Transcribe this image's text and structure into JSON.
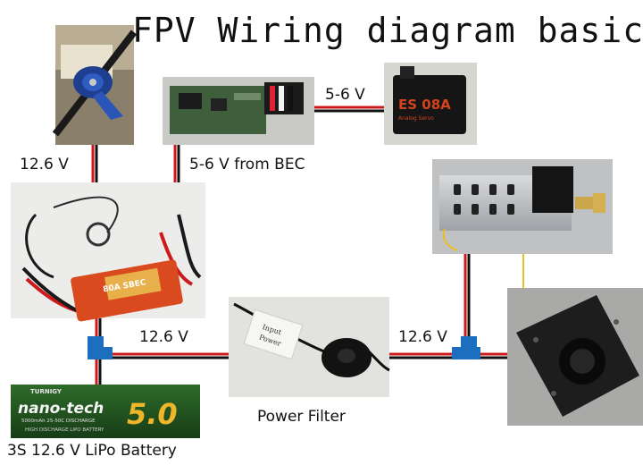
{
  "title": "FPV Wiring diagram basic",
  "labels": {
    "motor_voltage": "12.6 V",
    "bec_voltage": "5-6 V from BEC",
    "servo_voltage": "5-6 V",
    "battery_voltage": "12.6 V",
    "camera_voltage": "12.6 V",
    "power_filter": "Power Filter",
    "battery": "3S 12.6 V LiPo Battery"
  },
  "photo_text": {
    "servo_brand": "ES 08A",
    "servo_sub": "Analog Servo",
    "esc_model": "80A SBEC",
    "filter_tag_line1": "Input",
    "filter_tag_line2": "Power",
    "battery_brand": "TURNIGY",
    "battery_series": "nano-tech",
    "battery_capacity": "5.0",
    "battery_mah": "5000mAh 25-50C DISCHARGE",
    "battery_sub": "HIGH DISCHARGE LIPO BATTERY"
  },
  "colors": {
    "wire_red": "#cc1a1a",
    "wire_black": "#111111",
    "connector_blue": "#1c6fbf",
    "wire_yellow": "#e8c020"
  }
}
